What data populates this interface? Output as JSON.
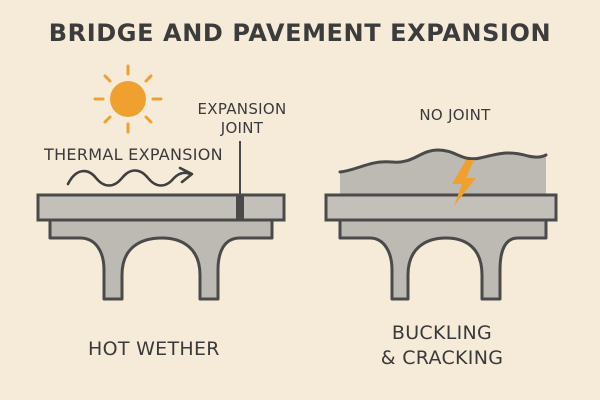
{
  "title": "BRIDGE AND PAVEMENT EXPANSION",
  "left_panel": {
    "expansion_joint_label": [
      "EXPANSION",
      "JOINT"
    ],
    "thermal_expansion_label": "THERMAL EXPANSION",
    "caption": "HOT WETHER"
  },
  "right_panel": {
    "no_joint_label": "NO JOINT",
    "caption": [
      "BUCKLING",
      "& CRACKING"
    ]
  },
  "icons": {
    "sun": "sun-icon",
    "wave_arrow": "wave-arrow-icon",
    "lightning": "lightning-crack-icon"
  },
  "colors": {
    "background": "#f6ead9",
    "concrete": "#bdbab3",
    "concrete_dark": "#a9a6a0",
    "outline": "#4a4a4a",
    "sun": "#f0a02f",
    "crack": "#f0a02f"
  }
}
